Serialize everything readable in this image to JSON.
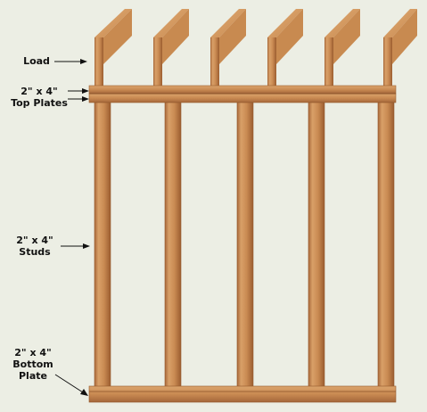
{
  "labels": {
    "load": "Load",
    "top_plates": {
      "size": "2\" x 4\"",
      "name": "Top Plates"
    },
    "studs": {
      "size": "2\" x 4\"",
      "name": "Studs"
    },
    "bottom_plate": {
      "size": "2\" x 4\"",
      "line2": "Bottom",
      "line3": "Plate"
    }
  },
  "colors": {
    "background": "#eceee4",
    "wood_light": "#d59a60",
    "wood_mid": "#c17f48",
    "wood_dark": "#9a5f30",
    "arrow": "#111111"
  }
}
